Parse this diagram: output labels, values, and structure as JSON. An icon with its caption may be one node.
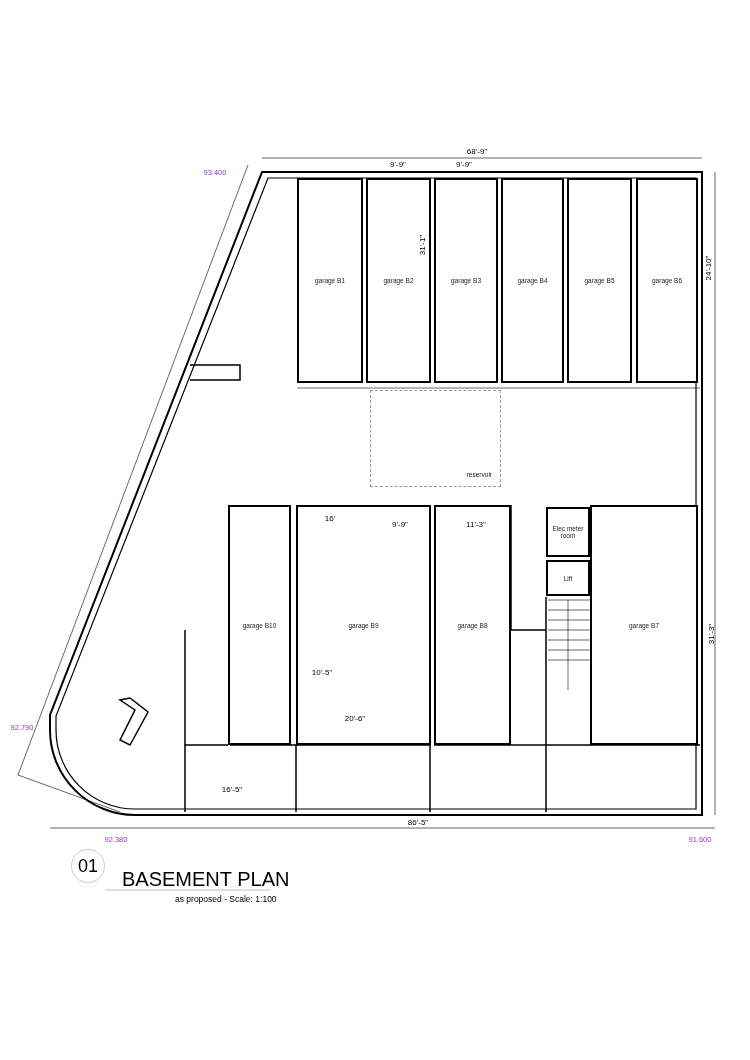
{
  "diagram": {
    "title": "BASEMENT PLAN",
    "caption": "as proposed - Scale: 1:100",
    "nodes": [
      {
        "text": [
          "garage B1"
        ]
      },
      {
        "text": [
          "garage B2"
        ]
      },
      {
        "text": [
          "garage B3"
        ]
      },
      {
        "text": [
          "garage B4"
        ]
      },
      {
        "text": [
          "garage B5"
        ]
      },
      {
        "text": [
          "garage B6"
        ]
      },
      {
        "text": [
          "reservoir"
        ]
      },
      {
        "text": [
          "garage B10"
        ]
      },
      {
        "text": [
          "garage B9"
        ]
      },
      {
        "text": [
          "garage B8"
        ]
      },
      {
        "text": [
          "Elec meter room"
        ]
      },
      {
        "text": [
          "Lift"
        ]
      },
      {
        "text": [
          "garage B7"
        ]
      },
      {
        "text": [
          "01"
        ]
      }
    ],
    "edges": [],
    "labels": [
      "68'-9\"",
      "9'-9\"",
      "9'-9\"",
      "93.400",
      "31'-1\"",
      "24'-10\"",
      "16'",
      "9'-9\"",
      "11'-3\"",
      "31'-3\"",
      "10'-5\"",
      "20'-6\"",
      "92.790",
      "16'-5\"",
      "92.380",
      "86'-5\"",
      "91.600"
    ]
  }
}
